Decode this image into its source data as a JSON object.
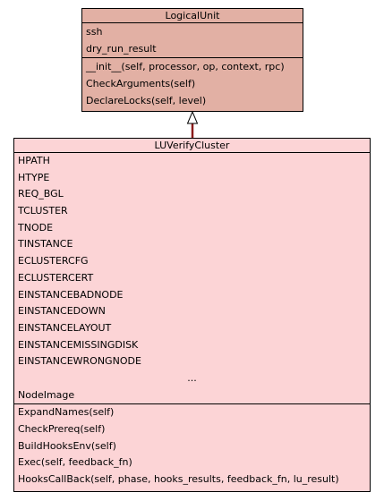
{
  "parent_class": {
    "name": "LogicalUnit",
    "attributes": [
      "ssh",
      "dry_run_result"
    ],
    "methods": [
      "__init__(self, processor, op, context, rpc)",
      "CheckArguments(self)",
      "DeclareLocks(self, level)"
    ]
  },
  "child_class": {
    "name": "LUVerifyCluster",
    "attributes": [
      "HPATH",
      "HTYPE",
      "REQ_BGL",
      "TCLUSTER",
      "TNODE",
      "TINSTANCE",
      "ECLUSTERCFG",
      "ECLUSTERCERT",
      "EINSTANCEBADNODE",
      "EINSTANCEDOWN",
      "EINSTANCELAYOUT",
      "EINSTANCEMISSINGDISK",
      "EINSTANCEWRONGNODE"
    ],
    "ellipsis": "...",
    "last_attribute": "NodeImage",
    "methods": [
      "ExpandNames(self)",
      "CheckPrereq(self)",
      "BuildHooksEnv(self)",
      "Exec(self, feedback_fn)",
      "HooksCallBack(self, phase, hooks_results, feedback_fn, lu_result)"
    ]
  },
  "relationship": {
    "type": "inheritance",
    "color": "#8b1a1a"
  },
  "colors": {
    "parent_fill": "#e2b0a4",
    "child_fill": "#fcd4d6"
  }
}
